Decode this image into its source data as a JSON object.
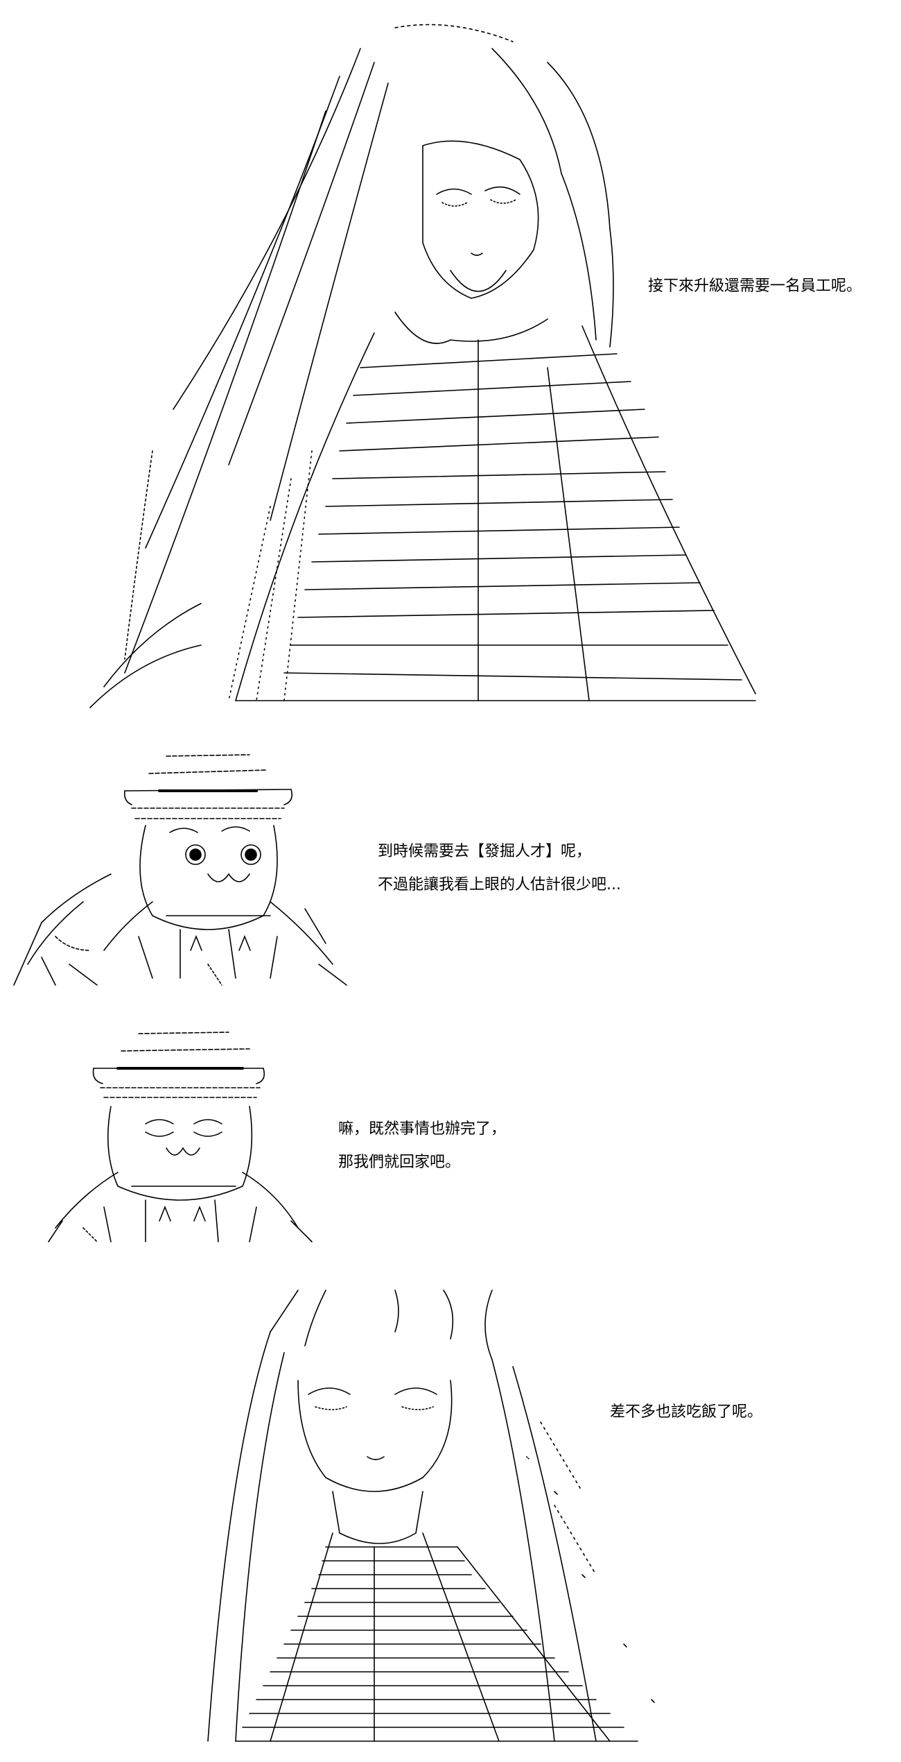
{
  "panels": [
    {
      "id": "panel-1",
      "art": "girl-long-hair-ascii-art",
      "lines": [
        "接下來升級還需要一名員工呢。"
      ]
    },
    {
      "id": "panel-2",
      "art": "mascot-hat-wide-eyes-ascii-art",
      "lines": [
        "到時候需要去【發掘人才】呢，",
        "不過能讓我看上眼的人估計很少吧..."
      ]
    },
    {
      "id": "panel-3",
      "art": "mascot-hat-closed-eyes-ascii-art",
      "lines": [
        "嘛，既然事情也辦完了，",
        "那我們就回家吧。"
      ]
    },
    {
      "id": "panel-4",
      "art": "girl-twin-tails-ascii-art",
      "lines": [
        "差不多也該吃飯了呢。"
      ]
    }
  ],
  "colors": {
    "background": "#ffffff",
    "ink": "#000000"
  }
}
